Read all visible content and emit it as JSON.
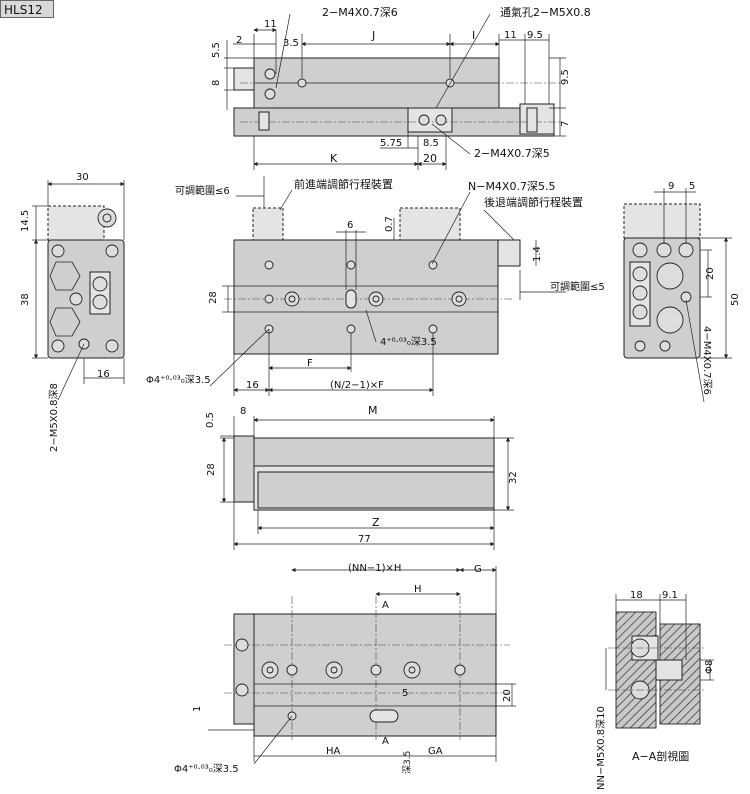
{
  "model": "HLS12",
  "top_view": {
    "labels": {
      "tap_2": "2−M4X0.7深6",
      "ports": "通氣孔2−M5X0.8",
      "tap_bottom": "2−M4X0.7深5",
      "d11a": "11",
      "d2": "2",
      "d35": "3.5",
      "dJ": "J",
      "dI": "I",
      "d11b": "11",
      "d95a": "9.5",
      "d55": "5.5",
      "d8": "8",
      "d95b": "9.5",
      "d7": "7",
      "d575": "5.75",
      "d85": "8.5",
      "dK": "K",
      "d20": "20"
    }
  },
  "left_view": {
    "labels": {
      "d30": "30",
      "d145": "14.5",
      "d38": "38",
      "d16": "16",
      "tap": "2−M5X0.8深8"
    }
  },
  "front_view": {
    "labels": {
      "adj_range_front": "可調範圍≤6",
      "front_device": "前進端調節行程裝置",
      "tap_n": "N−M4X0.7深5.5",
      "rear_device": "後退端調節行程裝置",
      "d6": "6",
      "d07": "0.7",
      "d14": "1.4",
      "adj_range_rear": "可調範圍≤5",
      "d28": "28",
      "pin_mid": "4⁺⁰·⁰³₀深3.5",
      "pin_left": "Φ4⁺⁰·⁰³₀深3.5",
      "dF": "F",
      "d16": "16",
      "dN": "(N/2−1)×F"
    }
  },
  "right_view": {
    "labels": {
      "d9": "9",
      "d5": "5",
      "d20": "20",
      "d50": "50",
      "tap": "4−M4X0.7深6"
    }
  },
  "side_view": {
    "labels": {
      "d05": "0.5",
      "d8": "8",
      "dM": "M",
      "d28": "28",
      "d32": "32",
      "dZ": "Z",
      "d77": "77"
    }
  },
  "bottom_view": {
    "labels": {
      "dNN": "(NN−1)×H",
      "dG": "G",
      "dH": "H",
      "secA1": "A",
      "d1": "1",
      "d5": "5",
      "d20": "20",
      "pin": "Φ4⁺⁰·⁰³₀深3.5",
      "dHA": "HA",
      "secA2": "A",
      "d35v": "深3.5",
      "dGA": "GA"
    }
  },
  "section_view": {
    "labels": {
      "d18": "18",
      "d91": "9.1",
      "d8": "Φ8",
      "tap": "NN−M5X0.8深10",
      "title": "A−A剖視圖"
    }
  }
}
